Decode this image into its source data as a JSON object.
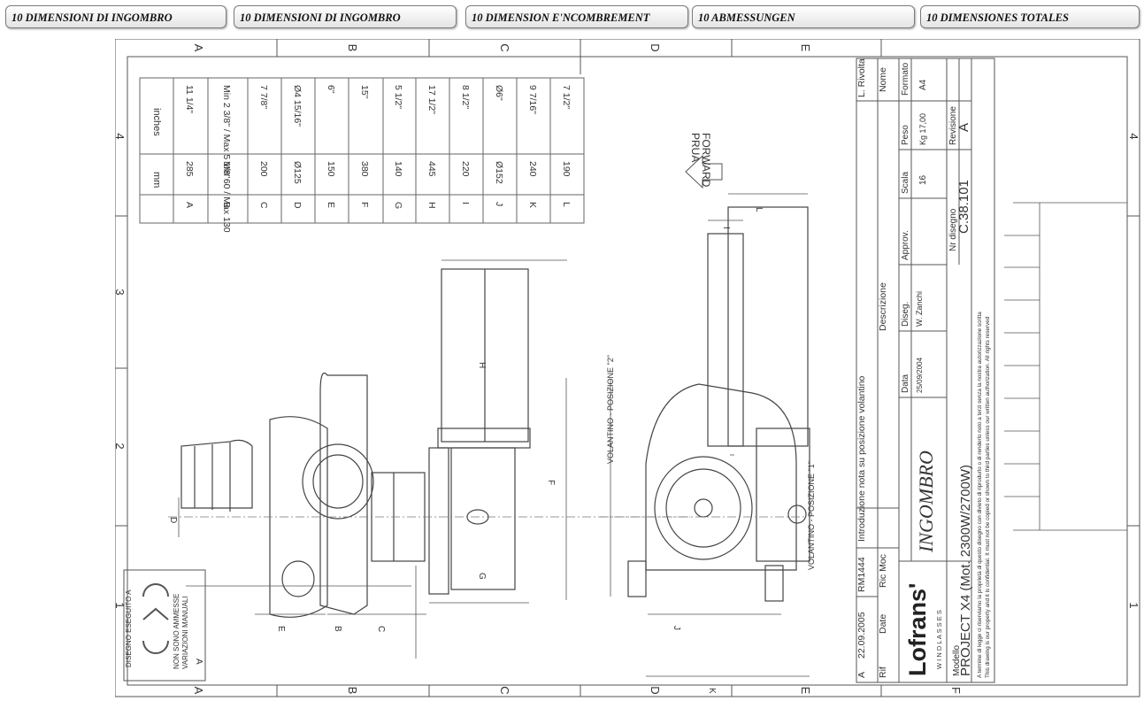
{
  "tabs": [
    {
      "label": "10 DIMENSIONI DI INGOMBRO"
    },
    {
      "label": "10 DIMENSIONI DI INGOMBRO"
    },
    {
      "label": "10 DIMENSION E'NCOMBREMENT"
    },
    {
      "label": "10 ABMESSUNGEN"
    },
    {
      "label": "10 DIMENSIONES TOTALES"
    }
  ],
  "border": {
    "rows": [
      "A",
      "B",
      "C",
      "D",
      "E",
      "F"
    ],
    "cols": [
      "1",
      "2",
      "3",
      "4"
    ]
  },
  "table": {
    "headers": [
      "mm",
      "inches"
    ],
    "rows": [
      {
        "letter": "A",
        "mm": "285",
        "inch": "11 1/4\""
      },
      {
        "letter": "B",
        "mm": "Min 60 / Max 130",
        "inch": "Min 2 3/8\" / Max 5 1/8\""
      },
      {
        "letter": "C",
        "mm": "200",
        "inch": "7 7/8\""
      },
      {
        "letter": "D",
        "mm": "Ø125",
        "inch": "Ø4 15/16\""
      },
      {
        "letter": "E",
        "mm": "150",
        "inch": "6\""
      },
      {
        "letter": "F",
        "mm": "380",
        "inch": "15\""
      },
      {
        "letter": "G",
        "mm": "140",
        "inch": "5 1/2\""
      },
      {
        "letter": "H",
        "mm": "445",
        "inch": "17 1/2\""
      },
      {
        "letter": "I",
        "mm": "220",
        "inch": "8 1/2\""
      },
      {
        "letter": "J",
        "mm": "Ø152",
        "inch": "Ø6\""
      },
      {
        "letter": "K",
        "mm": "240",
        "inch": "9 7/16\""
      },
      {
        "letter": "L",
        "mm": "190",
        "inch": "7 1/2\""
      }
    ]
  },
  "forward": {
    "line1": "PRUA",
    "line2": "FORWARD"
  },
  "stamp": {
    "line1": "DISEGNO ESEGUITO A",
    "line2": "NON SONO AMMESSE",
    "line3": "VARIAZIONI MANUALI"
  },
  "drawing": {
    "pos2": "VOLANTINO - POSIZIONE \"2\"",
    "pos1": "VOLANTINO - POSIZIONE \"1\""
  },
  "titleblock": {
    "rev_letter": "A",
    "rev_date": "22.09.2005",
    "rev_code": "RM1444",
    "rev_desc": "Introduzione nota su posizione volantino",
    "rev_author": "L. Rivolta",
    "h_rif": "Rif",
    "h_date": "Date",
    "h_ricmoc": "Ric Moc",
    "h_descr": "Descrizione",
    "h_nome": "Nome",
    "brand": "Lofrans'",
    "brand_sub": "W I N D L A S S E S",
    "title": "INGOMBRO",
    "l_data": "Data",
    "v_data": "25/09/2004",
    "l_diseg": "Diseg.",
    "v_diseg": "W. Zanchi",
    "l_approv": "Approv.",
    "l_scala": "Scala",
    "v_scala": "16",
    "l_peso": "Peso",
    "v_peso": "Kg 17,00",
    "l_nrdis": "Nr disegno",
    "v_nrdis": "C.38.101",
    "l_revisione": "Revisione",
    "v_revisione": "A",
    "l_formato": "Formato",
    "v_formato": "A4",
    "l_modello": "Modello",
    "v_modello": "PROJECT X4 (Mot. 2300W/2700W)",
    "legal1": "A termine di legge ci riserviamo la proprietà di questo disegno con divieto di riprodurlo o di renderlo noto a terzi senza la nostra autorizzazione scritta",
    "legal2": "This drawing is our property and it is confidential. It must not be copied or shown to third parties unless our written authorization. All rights reserved"
  }
}
